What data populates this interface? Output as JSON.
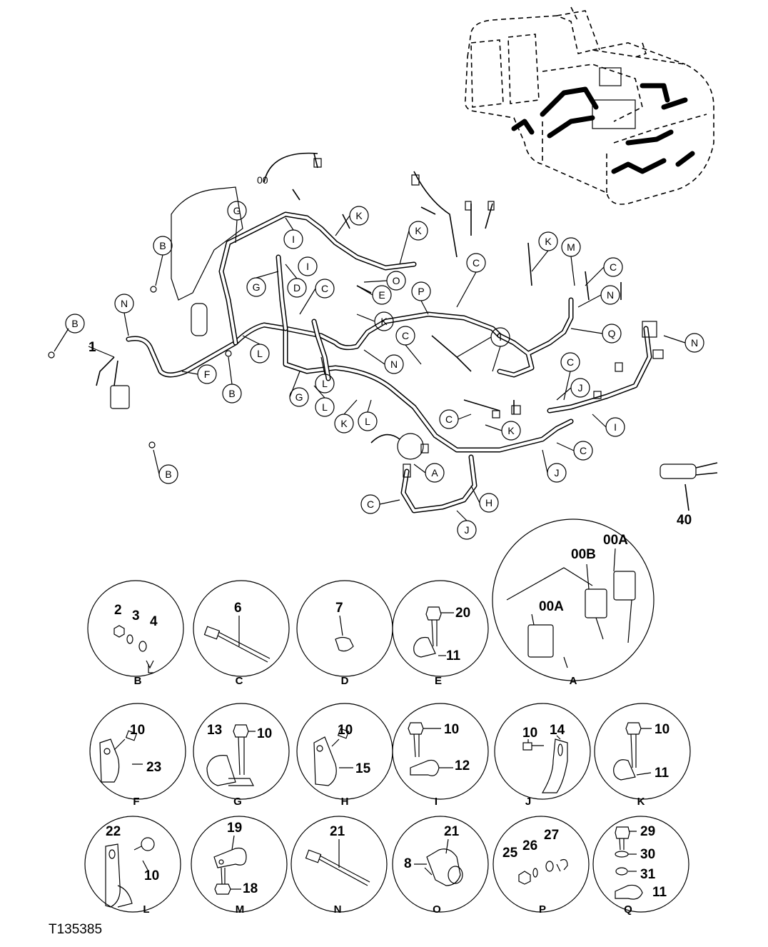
{
  "figure_id": "T135385",
  "callouts": [
    "B",
    "N",
    "1",
    "B",
    "F",
    "B",
    "G",
    "00",
    "G",
    "I",
    "K",
    "I",
    "K",
    "D",
    "C",
    "G",
    "L",
    "E",
    "O",
    "P",
    "K",
    "C",
    "K",
    "M",
    "C",
    "N",
    "I",
    "L",
    "G",
    "N",
    "C",
    "Q",
    "J",
    "C",
    "L",
    "K",
    "L",
    "K",
    "C",
    "K",
    "I",
    "C",
    "A",
    "C",
    "H",
    "J",
    "J",
    "N",
    "B",
    "40"
  ],
  "details": [
    {
      "label": "B",
      "parts": [
        "2",
        "3",
        "4"
      ]
    },
    {
      "label": "C",
      "parts": [
        "6"
      ]
    },
    {
      "label": "D",
      "parts": [
        "7"
      ]
    },
    {
      "label": "E",
      "parts": [
        "20",
        "11"
      ]
    },
    {
      "label": "A",
      "parts": [
        "00B",
        "00A",
        "00A"
      ]
    },
    {
      "label": "F",
      "parts": [
        "10",
        "23"
      ]
    },
    {
      "label": "G",
      "parts": [
        "13",
        "10"
      ]
    },
    {
      "label": "H",
      "parts": [
        "10",
        "15"
      ]
    },
    {
      "label": "I",
      "parts": [
        "10",
        "12"
      ]
    },
    {
      "label": "J",
      "parts": [
        "10",
        "14"
      ]
    },
    {
      "label": "K",
      "parts": [
        "10",
        "11"
      ]
    },
    {
      "label": "L",
      "parts": [
        "22",
        "10"
      ]
    },
    {
      "label": "M",
      "parts": [
        "19",
        "18"
      ]
    },
    {
      "label": "N",
      "parts": [
        "21"
      ]
    },
    {
      "label": "O",
      "parts": [
        "21",
        "8"
      ]
    },
    {
      "label": "P",
      "parts": [
        "27",
        "25",
        "26"
      ]
    },
    {
      "label": "Q",
      "parts": [
        "29",
        "30",
        "31",
        "11"
      ]
    }
  ]
}
